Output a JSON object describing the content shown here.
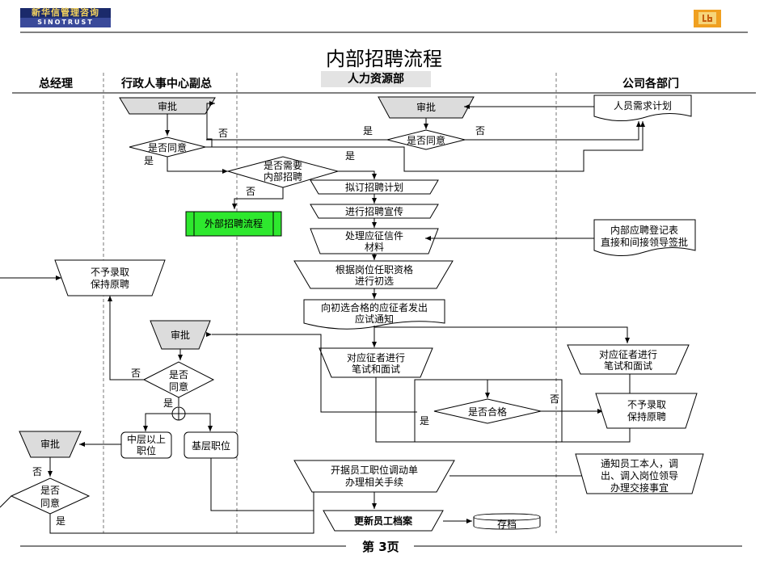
{
  "header": {
    "logo_cn": "新华信管理咨询",
    "logo_en": "SINOTRUST",
    "title": "内部招聘流程"
  },
  "lanes": {
    "gm": "总经理",
    "vp": "行政人事中心副总",
    "hr": "人力资源部",
    "dept": "公司各部门"
  },
  "nodes": {
    "approve_vp": "审批",
    "agree_vp": "是否同意",
    "approve_hr": "审批",
    "agree_hr": "是否同意",
    "demand_plan": "人员需求计划",
    "need_internal_1": "是否需要",
    "need_internal_2": "内部招聘",
    "plan": "拟订招聘计划",
    "external": "外部招聘流程",
    "promote": "进行招聘宣传",
    "handle_1": "处理应征信件",
    "handle_2": "材料",
    "reg_1": "内部应聘登记表",
    "reg_2": "直接和间接领导签批",
    "noadmit_1": "不予录取",
    "noadmit_2": "保持原聘",
    "screen_1": "根据岗位任职资格",
    "screen_2": "进行初选",
    "notice_1": "向初选合格的应征者发出",
    "notice_2": "应试通知",
    "approve_vp2": "审批",
    "interview_hr_1": "对应征者进行",
    "interview_hr_2": "笔试和面试",
    "interview_dept_1": "对应征者进行",
    "interview_dept_2": "笔试和面试",
    "agree_vp2_1": "是否",
    "agree_vp2_2": "同意",
    "qualified": "是否合格",
    "noadmit2_1": "不予录取",
    "noadmit2_2": "保持原聘",
    "mid_1": "中层以上",
    "mid_2": "职位",
    "base": "基层职位",
    "approve_gm": "审批",
    "agree_gm_1": "是否",
    "agree_gm_2": "同意",
    "transfer_1": "开据员工职位调动单",
    "transfer_2": "办理相关手续",
    "inform_1": "通知员工本人，调",
    "inform_2": "出、调入岗位领导",
    "inform_3": "办理交接事宜",
    "update": "更新员工档案",
    "archive": "存档"
  },
  "labels": {
    "yes": "是",
    "no": "否"
  },
  "colors": {
    "external_fill": "#2ee82e",
    "approve_fill": "#dcdcdc",
    "hr_header_fill": "#e3e3e3"
  },
  "footer": {
    "page": "第 3页"
  }
}
